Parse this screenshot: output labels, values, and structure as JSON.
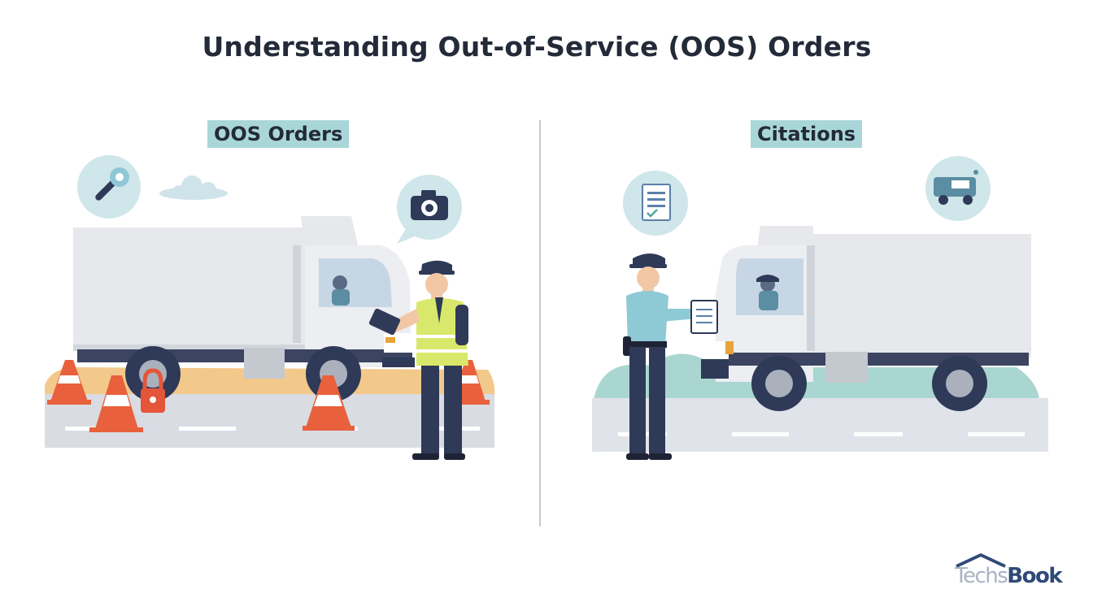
{
  "title": "Understanding Out-of-Service (OOS) Orders",
  "panels": {
    "oos": {
      "label": "OOS Orders"
    },
    "citations": {
      "label": "Citations"
    }
  },
  "logo": {
    "part1": "Techs",
    "part2": "Book"
  },
  "icons": {
    "oos": [
      "wrench-icon",
      "camera-icon",
      "padlock-icon",
      "traffic-cone-icon"
    ],
    "citations": [
      "document-icon",
      "tow-truck-icon"
    ]
  },
  "colors": {
    "title": "#232a38",
    "label_bg": "#a9d6d9",
    "cone": "#e8613c",
    "uniform_navy": "#2e3a57",
    "vest": "#d8e86a",
    "officer_shirt": "#8ec9d6",
    "road": "#d9dce3",
    "truck_body": "#e6e8ec",
    "brand": "#2f4a78"
  }
}
